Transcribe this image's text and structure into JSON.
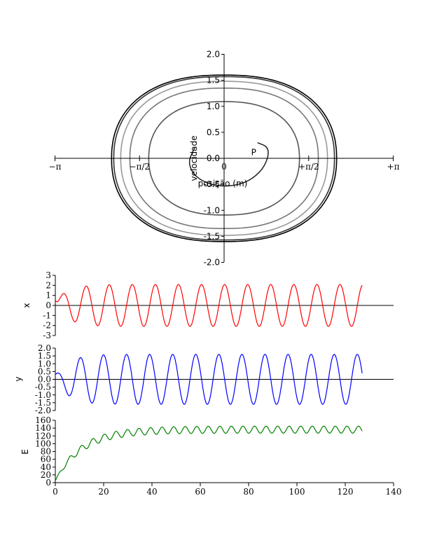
{
  "chart_data": [
    {
      "id": "phase",
      "type": "line",
      "xlabel": "posição (m)",
      "ylabel": "velocidade",
      "xlim": [
        -3.14159,
        3.14159
      ],
      "ylim": [
        -2.0,
        2.0
      ],
      "xticks": [
        {
          "v": -3.14159,
          "label": "−π"
        },
        {
          "v": -1.5708,
          "label": "−π/2"
        },
        {
          "v": 0,
          "label": "0"
        },
        {
          "v": 1.5708,
          "label": "+π/2"
        },
        {
          "v": 3.14159,
          "label": "+π"
        }
      ],
      "yticks": [
        {
          "v": 2.0,
          "label": "2.0"
        },
        {
          "v": 1.5,
          "label": "1.5"
        },
        {
          "v": 1.0,
          "label": "1.0"
        },
        {
          "v": 0.5,
          "label": "0.5"
        },
        {
          "v": 0.0,
          "label": "0.0"
        },
        {
          "v": -0.5,
          "label": "-0.5"
        },
        {
          "v": -1.0,
          "label": "-1.0"
        },
        {
          "v": -1.5,
          "label": "-1.5"
        },
        {
          "v": -2.0,
          "label": "-2.0"
        }
      ],
      "series": [
        {
          "style": "spiral",
          "color": "#222222",
          "points": [
            [
              0.62,
              0.3
            ],
            [
              0.82,
              0.22
            ],
            [
              0.82,
              0.0
            ],
            [
              0.67,
              -0.28
            ],
            [
              0.35,
              -0.5
            ],
            [
              -0.1,
              -0.55
            ],
            [
              -0.5,
              -0.4
            ],
            [
              -0.68,
              -0.1
            ],
            [
              -0.55,
              0.2
            ]
          ]
        },
        {
          "style": "orbit",
          "color": "#555555",
          "amp_x": 1.4,
          "amp_y": 1.09
        },
        {
          "style": "orbit",
          "color": "#777777",
          "amp_x": 1.75,
          "amp_y": 1.35
        },
        {
          "style": "orbit",
          "color": "#999999",
          "amp_x": 1.92,
          "amp_y": 1.48
        },
        {
          "style": "orbit",
          "color": "#333333",
          "amp_x": 2.05,
          "amp_y": 1.57
        },
        {
          "style": "orbit",
          "color": "#000000",
          "amp_x": 2.09,
          "amp_y": 1.6
        }
      ],
      "annotations": [
        {
          "text": "P",
          "x": 0.55,
          "y": 0.06,
          "color": "#0000ff"
        }
      ]
    },
    {
      "id": "x",
      "type": "line",
      "ylabel": "x",
      "xlim": [
        0,
        140
      ],
      "ylim": [
        -3,
        3
      ],
      "yticks": [
        3,
        2,
        1,
        0,
        -1,
        -2,
        -3
      ],
      "series": [
        {
          "color": "#ff0000",
          "t_max": 127,
          "amp": 2.08,
          "period": 9.55,
          "phase": -0.55,
          "init": 0.5,
          "spinup": 15
        }
      ]
    },
    {
      "id": "y",
      "type": "line",
      "ylabel": "y",
      "xlim": [
        0,
        140
      ],
      "ylim": [
        -2.0,
        2.0
      ],
      "yticks": [
        2.0,
        1.5,
        1.0,
        0.5,
        0.0,
        -0.5,
        -1.0,
        -1.5,
        -2.0
      ],
      "series": [
        {
          "color": "#0000ff",
          "t_max": 127,
          "amp": 1.6,
          "period": 9.55,
          "phase": 1.02,
          "init": 0.3,
          "spinup": 15
        }
      ]
    },
    {
      "id": "E",
      "type": "line",
      "ylabel": "E",
      "xlabel": "",
      "xlim": [
        0,
        140
      ],
      "ylim": [
        0,
        160
      ],
      "yticks": [
        160,
        140,
        120,
        100,
        80,
        60,
        40,
        20,
        0
      ],
      "xticks": [
        0,
        20,
        40,
        60,
        80,
        100,
        120,
        140
      ],
      "series": [
        {
          "color": "#008000",
          "t_max": 127,
          "start": 5,
          "plateau": 136,
          "tau": 11,
          "ripple": 9,
          "period": 4.78
        }
      ]
    }
  ]
}
